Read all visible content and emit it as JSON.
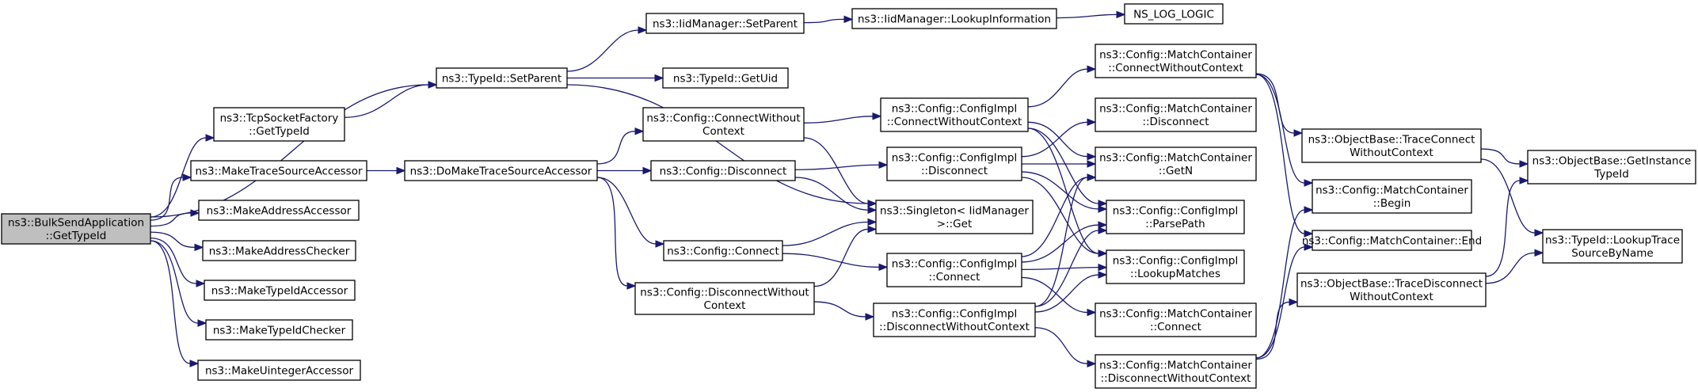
{
  "nodes": {
    "root": [
      "ns3::BulkSendApplication",
      "::GetTypeId"
    ],
    "typeid_setparent": [
      "ns3::TypeId::SetParent"
    ],
    "tcpsocket": [
      "ns3::TcpSocketFactory",
      "::GetTypeId"
    ],
    "make_trace_src": [
      "ns3::MakeTraceSourceAccessor"
    ],
    "make_addr_acc": [
      "ns3::MakeAddressAccessor"
    ],
    "make_addr_chk": [
      "ns3::MakeAddressChecker"
    ],
    "make_typeid_acc": [
      "ns3::MakeTypeIdAccessor"
    ],
    "make_typeid_chk": [
      "ns3::MakeTypeIdChecker"
    ],
    "make_uint_acc": [
      "ns3::MakeUintegerAccessor"
    ],
    "iid_setparent": [
      "ns3::IidManager::SetParent"
    ],
    "typeid_getuid": [
      "ns3::TypeId::GetUid"
    ],
    "do_make_trace": [
      "ns3::DoMakeTraceSourceAccessor"
    ],
    "iid_lookup": [
      "ns3::IidManager::LookupInformation"
    ],
    "ns_log_logic": [
      "NS_LOG_LOGIC"
    ],
    "cfg_connect_wo": [
      "ns3::Config::ConnectWithout",
      "Context"
    ],
    "cfg_disconnect": [
      "ns3::Config::Disconnect"
    ],
    "cfg_connect": [
      "ns3::Config::Connect"
    ],
    "cfg_disconnect_wo": [
      "ns3::Config::DisconnectWithout",
      "Context"
    ],
    "singleton_get": [
      "ns3::Singleton< IidManager",
      " >::Get"
    ],
    "impl_connect_wo": [
      "ns3::Config::ConfigImpl",
      "::ConnectWithoutContext"
    ],
    "impl_disconnect": [
      "ns3::Config::ConfigImpl",
      "::Disconnect"
    ],
    "impl_connect": [
      "ns3::Config::ConfigImpl",
      "::Connect"
    ],
    "impl_disconnect_wo": [
      "ns3::Config::ConfigImpl",
      "::DisconnectWithoutContext"
    ],
    "mc_connect_wo": [
      "ns3::Config::MatchContainer",
      "::ConnectWithoutContext"
    ],
    "mc_disconnect": [
      "ns3::Config::MatchContainer",
      "::Disconnect"
    ],
    "mc_getn": [
      "ns3::Config::MatchContainer",
      "::GetN"
    ],
    "impl_parsepath": [
      "ns3::Config::ConfigImpl",
      "::ParsePath"
    ],
    "impl_lookupmatches": [
      "ns3::Config::ConfigImpl",
      "::LookupMatches"
    ],
    "mc_connect": [
      "ns3::Config::MatchContainer",
      "::Connect"
    ],
    "mc_disconnect_wo": [
      "ns3::Config::MatchContainer",
      "::DisconnectWithoutContext"
    ],
    "ob_trace_connect": [
      "ns3::ObjectBase::TraceConnect",
      "WithoutContext"
    ],
    "mc_begin": [
      "ns3::Config::MatchContainer",
      "::Begin"
    ],
    "mc_end": [
      "ns3::Config::MatchContainer::End"
    ],
    "ob_trace_disconnect": [
      "ns3::ObjectBase::TraceDisconnect",
      "WithoutContext"
    ],
    "ob_get_instance": [
      "ns3::ObjectBase::GetInstance",
      "TypeId"
    ],
    "typeid_lookup_trace": [
      "ns3::TypeId::LookupTrace",
      "SourceByName"
    ]
  },
  "edges": [
    [
      "root",
      "typeid_setparent"
    ],
    [
      "root",
      "tcpsocket"
    ],
    [
      "root",
      "make_trace_src"
    ],
    [
      "root",
      "make_addr_acc"
    ],
    [
      "root",
      "make_addr_chk"
    ],
    [
      "root",
      "make_typeid_acc"
    ],
    [
      "root",
      "make_typeid_chk"
    ],
    [
      "root",
      "make_uint_acc"
    ],
    [
      "tcpsocket",
      "typeid_setparent"
    ],
    [
      "typeid_setparent",
      "iid_setparent"
    ],
    [
      "typeid_setparent",
      "typeid_getuid"
    ],
    [
      "typeid_setparent",
      "singleton_get"
    ],
    [
      "iid_setparent",
      "iid_lookup"
    ],
    [
      "iid_lookup",
      "ns_log_logic"
    ],
    [
      "make_trace_src",
      "do_make_trace"
    ],
    [
      "do_make_trace",
      "cfg_connect_wo"
    ],
    [
      "do_make_trace",
      "cfg_disconnect"
    ],
    [
      "do_make_trace",
      "cfg_connect"
    ],
    [
      "do_make_trace",
      "cfg_disconnect_wo"
    ],
    [
      "cfg_connect_wo",
      "impl_connect_wo"
    ],
    [
      "cfg_connect_wo",
      "singleton_get"
    ],
    [
      "cfg_disconnect",
      "impl_disconnect"
    ],
    [
      "cfg_disconnect",
      "singleton_get"
    ],
    [
      "cfg_connect",
      "singleton_get"
    ],
    [
      "cfg_connect",
      "impl_connect"
    ],
    [
      "cfg_disconnect_wo",
      "singleton_get"
    ],
    [
      "cfg_disconnect_wo",
      "impl_disconnect_wo"
    ],
    [
      "impl_connect_wo",
      "mc_connect_wo"
    ],
    [
      "impl_connect_wo",
      "mc_getn"
    ],
    [
      "impl_connect_wo",
      "impl_parsepath"
    ],
    [
      "impl_connect_wo",
      "impl_lookupmatches"
    ],
    [
      "impl_disconnect",
      "mc_disconnect"
    ],
    [
      "impl_disconnect",
      "mc_getn"
    ],
    [
      "impl_disconnect",
      "impl_parsepath"
    ],
    [
      "impl_disconnect",
      "impl_lookupmatches"
    ],
    [
      "impl_connect",
      "mc_getn"
    ],
    [
      "impl_connect",
      "impl_parsepath"
    ],
    [
      "impl_connect",
      "impl_lookupmatches"
    ],
    [
      "impl_connect",
      "mc_connect"
    ],
    [
      "impl_disconnect_wo",
      "mc_getn"
    ],
    [
      "impl_disconnect_wo",
      "impl_parsepath"
    ],
    [
      "impl_disconnect_wo",
      "impl_lookupmatches"
    ],
    [
      "impl_disconnect_wo",
      "mc_disconnect_wo"
    ],
    [
      "mc_connect_wo",
      "ob_trace_connect"
    ],
    [
      "mc_connect_wo",
      "mc_begin"
    ],
    [
      "mc_connect_wo",
      "mc_end"
    ],
    [
      "mc_disconnect_wo",
      "mc_begin"
    ],
    [
      "mc_disconnect_wo",
      "mc_end"
    ],
    [
      "mc_disconnect_wo",
      "ob_trace_disconnect"
    ],
    [
      "ob_trace_connect",
      "ob_get_instance"
    ],
    [
      "ob_trace_connect",
      "typeid_lookup_trace"
    ],
    [
      "ob_trace_disconnect",
      "ob_get_instance"
    ],
    [
      "ob_trace_disconnect",
      "typeid_lookup_trace"
    ]
  ]
}
